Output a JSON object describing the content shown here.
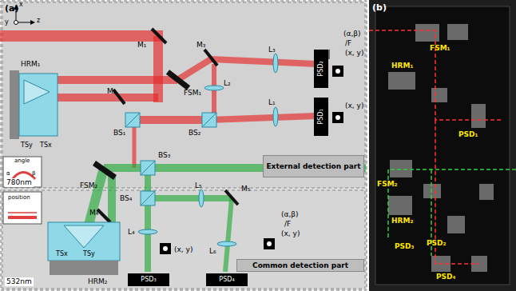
{
  "diagram": {
    "nodes": [
      {
        "text": [
          "PSD₂"
        ]
      },
      {
        "text": [
          "PSD₁"
        ]
      },
      {
        "text": [
          "External detection part"
        ]
      },
      {
        "text": [
          "PSD₃"
        ]
      },
      {
        "text": [
          "PSD₄"
        ]
      },
      {
        "text": [
          "Common detection part"
        ]
      }
    ],
    "labels": [
      "(a)",
      "x",
      "y",
      "z",
      "M₁",
      "M₃",
      "L₃",
      "(α,β)",
      "/F",
      "(x, y)",
      "FSM₁",
      "L₂",
      "HRM₁",
      "M₂",
      "BS₁",
      "BS₂",
      "L₁",
      "(x, y)",
      "TSy",
      "TSx",
      "780nm",
      "BS₃",
      "FSM₂",
      "angle",
      "α",
      "β",
      "position",
      "BS₄",
      "L₅",
      "M₅",
      "M₄",
      "L₄",
      "L₆",
      "TSx",
      "TSy",
      "HRM₂",
      "532nm",
      "(x, y)",
      "(α,β)",
      "/F",
      "(x, y)",
      "(b)",
      "FSM₁",
      "HRM₁",
      "PSD₁",
      "FSM₂",
      "HRM₂",
      "PSD₃",
      "PSD₂",
      "PSD₄"
    ]
  }
}
